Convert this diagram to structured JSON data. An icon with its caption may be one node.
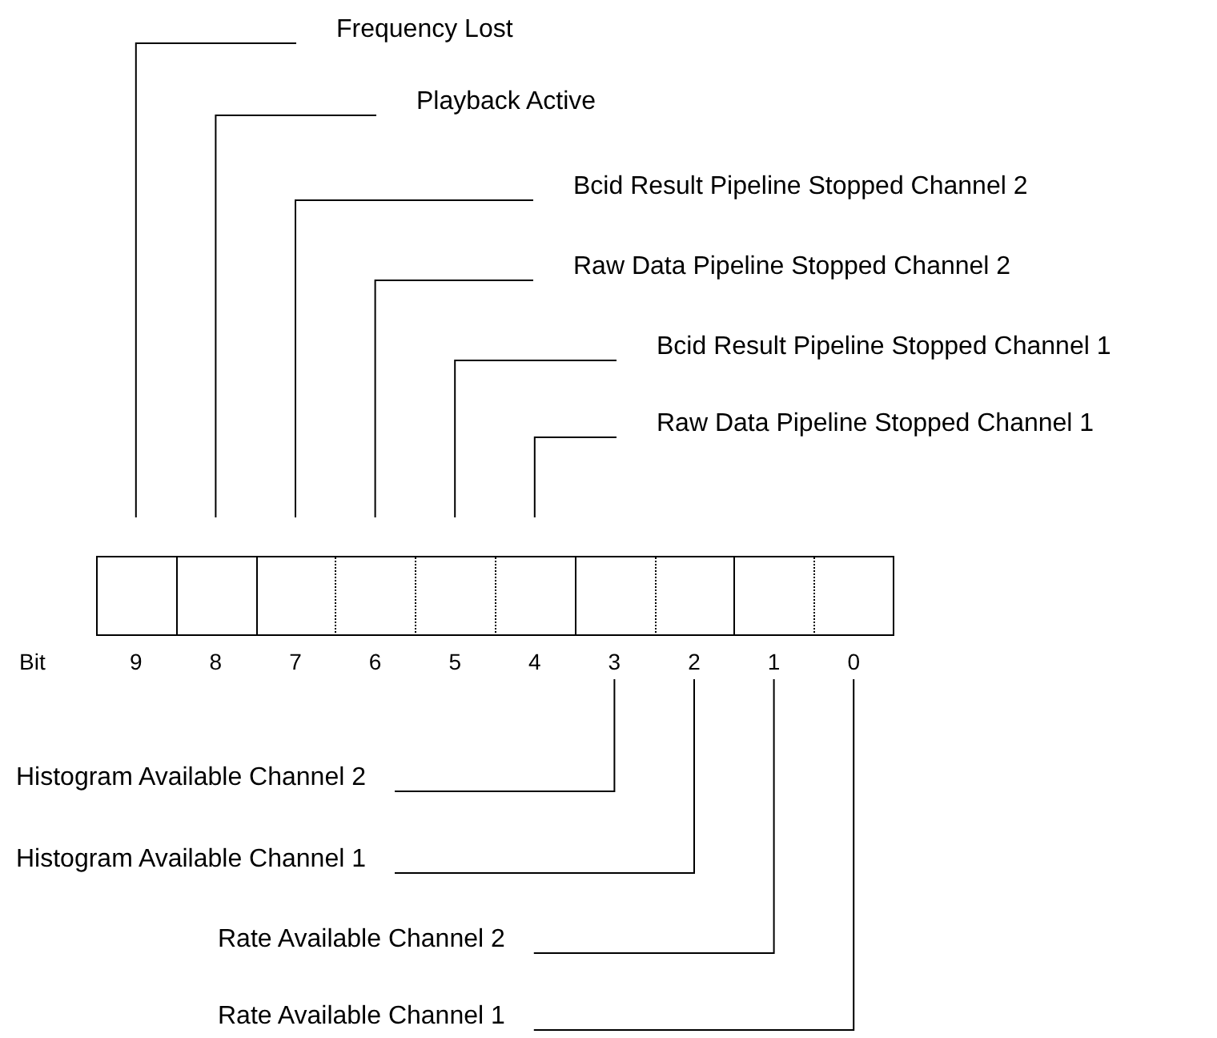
{
  "diagram": {
    "nodes": [
      {
        "text": [
          "Frequency Lost"
        ]
      },
      {
        "text": [
          "Playback Active"
        ]
      },
      {
        "text": [
          "Bcid Result Pipeline Stopped Channel 2"
        ]
      },
      {
        "text": [
          "Raw Data Pipeline Stopped Channel 2"
        ]
      },
      {
        "text": [
          "Bcid Result Pipeline Stopped Channel 1"
        ]
      },
      {
        "text": [
          "Raw Data Pipeline Stopped Channel 1"
        ]
      },
      {
        "text": [
          "Histogram Available Channel 2"
        ]
      },
      {
        "text": [
          "Histogram Available Channel 1"
        ]
      },
      {
        "text": [
          "Rate Available Channel 2"
        ]
      },
      {
        "text": [
          "Rate Available Channel 1"
        ]
      },
      {
        "text": [],
        "shape": "box"
      },
      {
        "text": [],
        "shape": "box"
      },
      {
        "text": [],
        "shape": "box"
      },
      {
        "text": [],
        "shape": "box"
      },
      {
        "text": [],
        "shape": "box"
      },
      {
        "text": [],
        "shape": "box"
      },
      {
        "text": [],
        "shape": "box"
      },
      {
        "text": [],
        "shape": "box"
      },
      {
        "text": [],
        "shape": "box"
      },
      {
        "text": [],
        "shape": "box"
      }
    ],
    "edges": [
      {
        "from": 0,
        "to": 10,
        "arrow": "none"
      },
      {
        "from": 1,
        "to": 11,
        "arrow": "none"
      },
      {
        "from": 2,
        "to": 12,
        "arrow": "none"
      },
      {
        "from": 3,
        "to": 13,
        "arrow": "none"
      },
      {
        "from": 4,
        "to": 14,
        "arrow": "none"
      },
      {
        "from": 5,
        "to": 15,
        "arrow": "none"
      },
      {
        "from": 6,
        "to": 16,
        "arrow": "none"
      },
      {
        "from": 7,
        "to": 17,
        "arrow": "none"
      },
      {
        "from": 8,
        "to": 18,
        "arrow": "none"
      },
      {
        "from": 9,
        "to": 19,
        "arrow": "none"
      }
    ],
    "labels": [
      "Bit",
      "9",
      "8",
      "7",
      "6",
      "5",
      "4",
      "3",
      "2",
      "1",
      "0"
    ]
  }
}
